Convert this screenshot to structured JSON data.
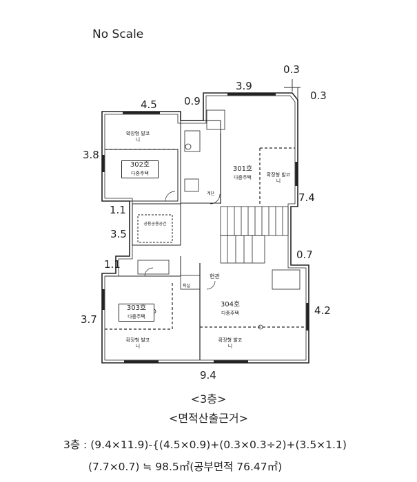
{
  "header": {
    "scale_note": "No Scale"
  },
  "dimensions": {
    "top_0_3": "0.3",
    "right_0_3": "0.3",
    "top_3_9": "3.9",
    "top_4_5": "4.5",
    "top_0_9": "0.9",
    "left_3_8": "3.8",
    "right_7_4": "7.4",
    "left_1_1_upper": "1.1",
    "left_3_5": "3.5",
    "left_1_1_lower": "1.1",
    "right_0_7": "0.7",
    "left_3_7": "3.7",
    "right_4_2": "4.2",
    "bottom_9_4": "9.4"
  },
  "units": {
    "u301": {
      "number": "301호",
      "type": "다중주택"
    },
    "u302": {
      "number": "302호",
      "type": "다중주택"
    },
    "u303": {
      "number": "303호",
      "type": "다중주택"
    },
    "u304": {
      "number": "304호",
      "type": "다중주택"
    }
  },
  "balconies": {
    "b302": "확장형 발코니",
    "b301": "확장형 발코니",
    "b303": "확장형 발코니",
    "b304": "확장형 발코니"
  },
  "small_rooms": {
    "shared_room": "공용공용공간",
    "hall": "현관",
    "bath": "욕실",
    "stair": "계단"
  },
  "footer": {
    "floor_label": "<3층>",
    "basis_label": "<면적산출근거>",
    "calc_line1": "3층 : (9.4×11.9)-{(4.5×0.9)+(0.3×0.3÷2)+(3.5×1.1)",
    "calc_line2": "(7.7×0.7)  ≒ 98.5㎡(공부면적 76.47㎡)"
  }
}
